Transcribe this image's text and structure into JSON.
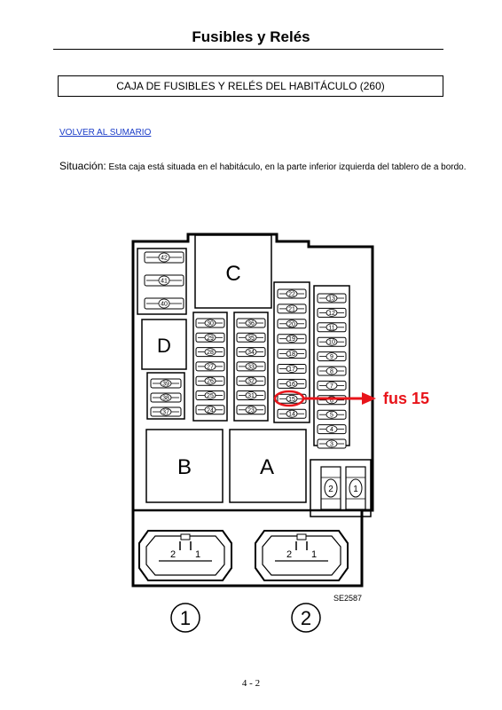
{
  "header": {
    "title": "Fusibles y Relés"
  },
  "section": {
    "title": "CAJA DE FUSIBLES Y RELÉS DEL HABITÁCULO (260)"
  },
  "nav": {
    "back_link": "VOLVER AL SUMARIO"
  },
  "situation": {
    "label": "Situación:",
    "text": "Esta caja está situada en el habitáculo, en la parte inferior izquierda del tablero de a bordo."
  },
  "diagram": {
    "relays": {
      "c": "C",
      "d": "D",
      "b": "B",
      "a": "A"
    },
    "top_fuses": [
      "42",
      "41",
      "40"
    ],
    "left_fuses": [
      "39",
      "38",
      "37"
    ],
    "col1_fuses": [
      "30",
      "29",
      "28",
      "27",
      "26",
      "25",
      "24"
    ],
    "col2_fuses": [
      "36",
      "35",
      "34",
      "33",
      "32",
      "31",
      "23"
    ],
    "col3_fuses": [
      "22",
      "21",
      "20",
      "19",
      "18",
      "17",
      "16",
      "15",
      "14"
    ],
    "col4_fuses": [
      "13",
      "12",
      "11",
      "10",
      "9",
      "8",
      "7",
      "6",
      "5",
      "4",
      "3"
    ],
    "small_relays": [
      "2",
      "1"
    ],
    "connector_pins": [
      "2",
      "1"
    ],
    "connectors": [
      "1",
      "2"
    ],
    "reference": "SE2587",
    "callout": "fus 15",
    "callout_color": "#e8141a"
  },
  "footer": {
    "page": "4 - 2"
  }
}
